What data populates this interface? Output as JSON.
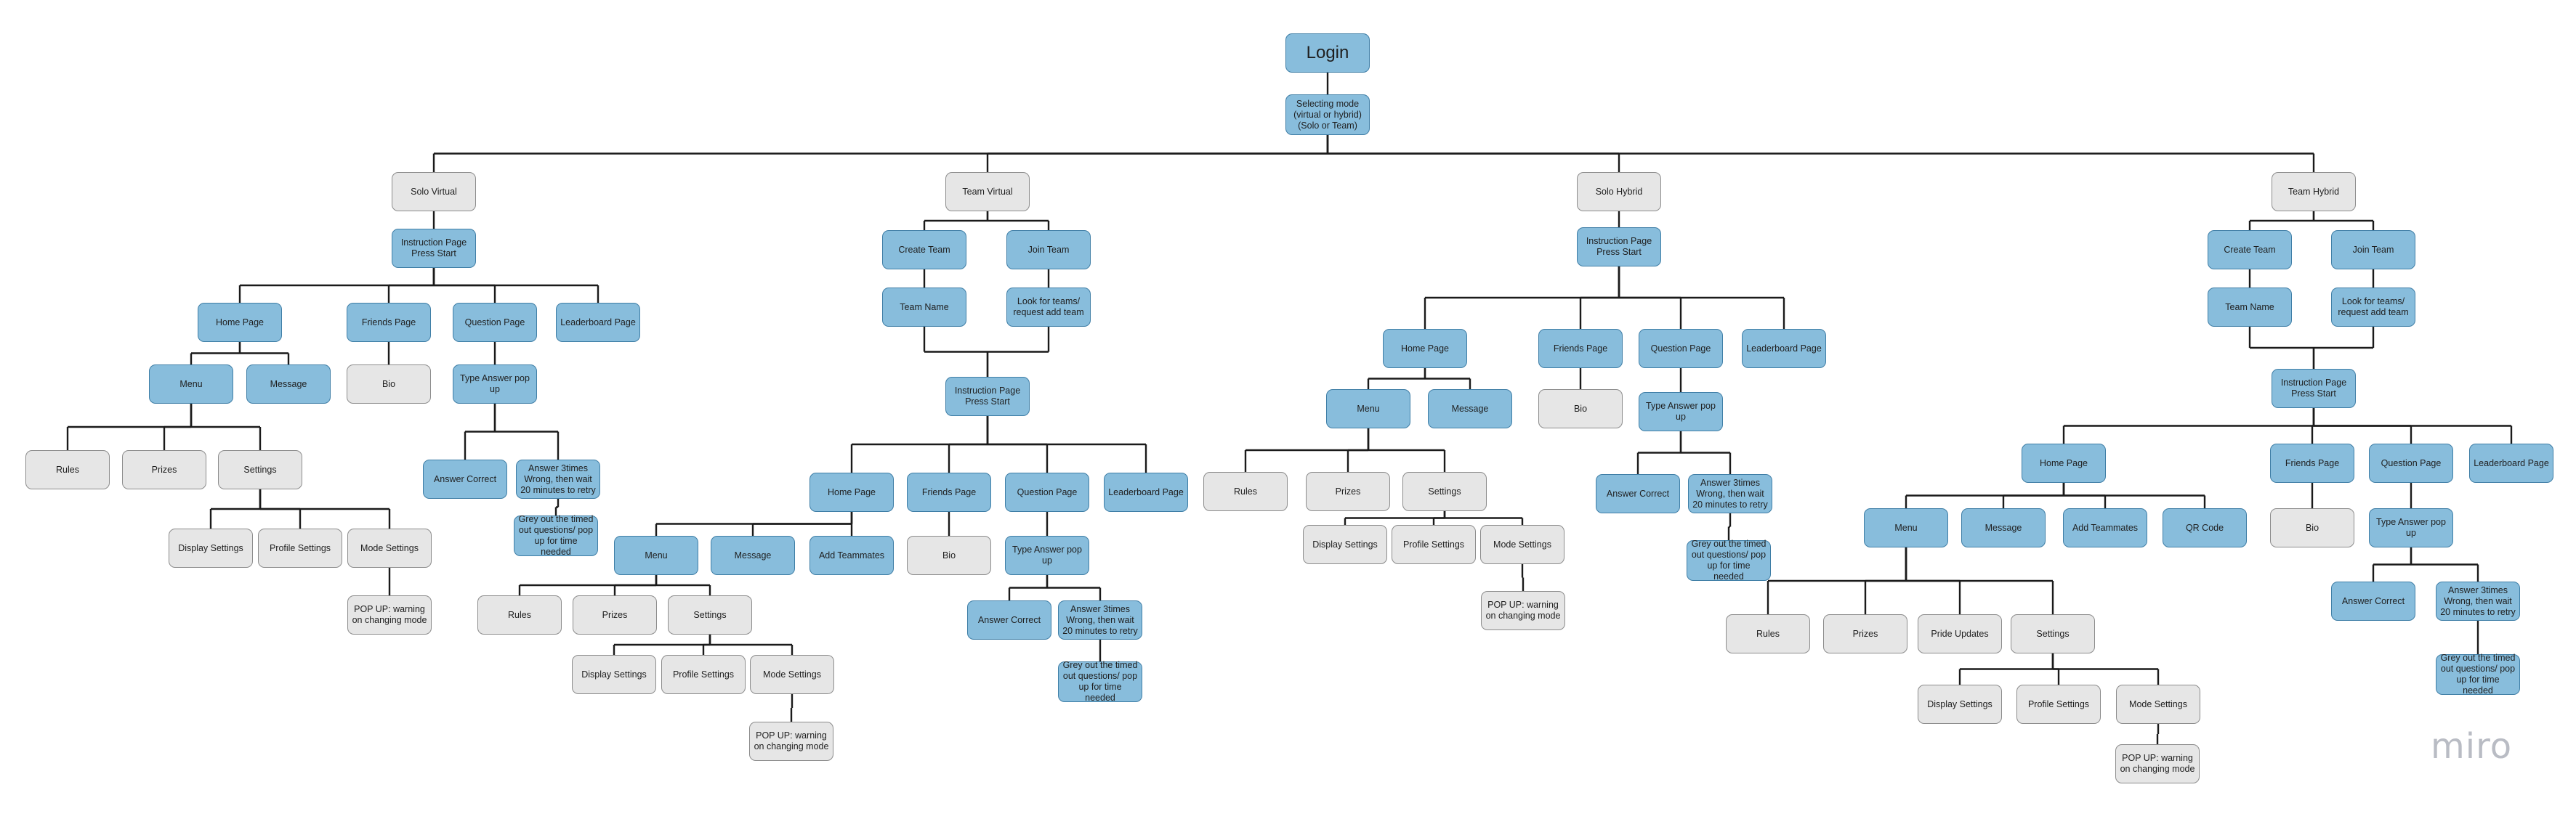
{
  "brand": {
    "logo_text": "miro"
  },
  "colors": {
    "node_blue": "#88bddc",
    "node_gray": "#e6e6e6",
    "edge": "#1a1a1a"
  },
  "nodes": [
    {
      "id": "login",
      "label": "Login",
      "style": "blue"
    },
    {
      "id": "mode",
      "label": "Selecting mode (virtual or hybrid) (Solo or Team)",
      "style": "blue"
    },
    {
      "id": "sv",
      "label": "Solo Virtual",
      "style": "gray"
    },
    {
      "id": "tv",
      "label": "Team Virtual",
      "style": "gray"
    },
    {
      "id": "sh",
      "label": "Solo Hybrid",
      "style": "gray"
    },
    {
      "id": "th",
      "label": "Team Hybrid",
      "style": "gray"
    },
    {
      "id": "sv_ins",
      "label": "Instruction Page Press Start",
      "style": "blue"
    },
    {
      "id": "sv_home",
      "label": "Home Page",
      "style": "blue"
    },
    {
      "id": "sv_friends",
      "label": "Friends Page",
      "style": "blue"
    },
    {
      "id": "sv_question",
      "label": "Question Page",
      "style": "blue"
    },
    {
      "id": "sv_leader",
      "label": "Leaderboard Page",
      "style": "blue"
    },
    {
      "id": "sv_menu",
      "label": "Menu",
      "style": "blue"
    },
    {
      "id": "sv_message",
      "label": "Message",
      "style": "blue"
    },
    {
      "id": "sv_bio",
      "label": "Bio",
      "style": "gray"
    },
    {
      "id": "sv_type",
      "label": "Type Answer pop up",
      "style": "blue"
    },
    {
      "id": "sv_rules",
      "label": "Rules",
      "style": "gray"
    },
    {
      "id": "sv_prizes",
      "label": "Prizes",
      "style": "gray"
    },
    {
      "id": "sv_settings",
      "label": "Settings",
      "style": "gray"
    },
    {
      "id": "sv_correct",
      "label": "Answer Correct",
      "style": "blue"
    },
    {
      "id": "sv_wrong",
      "label": "Answer 3times Wrong, then wait 20 minutes to retry",
      "style": "blue"
    },
    {
      "id": "sv_grey",
      "label": "Grey out the timed out questions/ pop up for time needed",
      "style": "blue"
    },
    {
      "id": "sv_display",
      "label": "Display Settings",
      "style": "gray"
    },
    {
      "id": "sv_profile",
      "label": "Profile Settings",
      "style": "gray"
    },
    {
      "id": "sv_modeset",
      "label": "Mode Settings",
      "style": "gray"
    },
    {
      "id": "sv_popup",
      "label": "POP UP: warning on changing mode",
      "style": "gray"
    },
    {
      "id": "tv_create",
      "label": "Create Team",
      "style": "blue"
    },
    {
      "id": "tv_join",
      "label": "Join Team",
      "style": "blue"
    },
    {
      "id": "tv_name",
      "label": "Team Name",
      "style": "blue"
    },
    {
      "id": "tv_look",
      "label": "Look for teams/ request add team",
      "style": "blue"
    },
    {
      "id": "tv_ins",
      "label": "Instruction Page Press Start",
      "style": "blue"
    },
    {
      "id": "tv_home",
      "label": "Home Page",
      "style": "blue"
    },
    {
      "id": "tv_friends",
      "label": "Friends Page",
      "style": "blue"
    },
    {
      "id": "tv_question",
      "label": "Question Page",
      "style": "blue"
    },
    {
      "id": "tv_leader",
      "label": "Leaderboard Page",
      "style": "blue"
    },
    {
      "id": "tv_menu",
      "label": "Menu",
      "style": "blue"
    },
    {
      "id": "tv_message",
      "label": "Message",
      "style": "blue"
    },
    {
      "id": "tv_add",
      "label": "Add Teammates",
      "style": "blue"
    },
    {
      "id": "tv_bio",
      "label": "Bio",
      "style": "gray"
    },
    {
      "id": "tv_type",
      "label": "Type Answer pop up",
      "style": "blue"
    },
    {
      "id": "tv_rules",
      "label": "Rules",
      "style": "gray"
    },
    {
      "id": "tv_prizes",
      "label": "Prizes",
      "style": "gray"
    },
    {
      "id": "tv_settings",
      "label": "Settings",
      "style": "gray"
    },
    {
      "id": "tv_correct",
      "label": "Answer Correct",
      "style": "blue"
    },
    {
      "id": "tv_wrong",
      "label": "Answer 3times Wrong, then wait 20 minutes to retry",
      "style": "blue"
    },
    {
      "id": "tv_grey",
      "label": "Grey out the timed out questions/ pop up for time needed",
      "style": "blue"
    },
    {
      "id": "tv_display",
      "label": "Display Settings",
      "style": "gray"
    },
    {
      "id": "tv_profile",
      "label": "Profile Settings",
      "style": "gray"
    },
    {
      "id": "tv_modeset",
      "label": "Mode Settings",
      "style": "gray"
    },
    {
      "id": "tv_popup",
      "label": "POP UP: warning on changing mode",
      "style": "gray"
    },
    {
      "id": "sh_ins",
      "label": "Instruction Page Press Start",
      "style": "blue"
    },
    {
      "id": "sh_home",
      "label": "Home Page",
      "style": "blue"
    },
    {
      "id": "sh_friends",
      "label": "Friends Page",
      "style": "blue"
    },
    {
      "id": "sh_question",
      "label": "Question Page",
      "style": "blue"
    },
    {
      "id": "sh_leader",
      "label": "Leaderboard Page",
      "style": "blue"
    },
    {
      "id": "sh_menu",
      "label": "Menu",
      "style": "blue"
    },
    {
      "id": "sh_message",
      "label": "Message",
      "style": "blue"
    },
    {
      "id": "sh_bio",
      "label": "Bio",
      "style": "gray"
    },
    {
      "id": "sh_type",
      "label": "Type Answer pop up",
      "style": "blue"
    },
    {
      "id": "sh_rules",
      "label": "Rules",
      "style": "gray"
    },
    {
      "id": "sh_prizes",
      "label": "Prizes",
      "style": "gray"
    },
    {
      "id": "sh_settings",
      "label": "Settings",
      "style": "gray"
    },
    {
      "id": "sh_correct",
      "label": "Answer Correct",
      "style": "blue"
    },
    {
      "id": "sh_wrong",
      "label": "Answer 3times Wrong, then wait 20 minutes to retry",
      "style": "blue"
    },
    {
      "id": "sh_grey",
      "label": "Grey out the timed out questions/ pop up for time needed",
      "style": "blue"
    },
    {
      "id": "sh_display",
      "label": "Display Settings",
      "style": "gray"
    },
    {
      "id": "sh_profile",
      "label": "Profile Settings",
      "style": "gray"
    },
    {
      "id": "sh_modeset",
      "label": "Mode Settings",
      "style": "gray"
    },
    {
      "id": "sh_popup",
      "label": "POP UP: warning on changing mode",
      "style": "gray"
    },
    {
      "id": "th_create",
      "label": "Create Team",
      "style": "blue"
    },
    {
      "id": "th_join",
      "label": "Join Team",
      "style": "blue"
    },
    {
      "id": "th_name",
      "label": "Team Name",
      "style": "blue"
    },
    {
      "id": "th_look",
      "label": "Look for teams/ request add team",
      "style": "blue"
    },
    {
      "id": "th_ins",
      "label": "Instruction Page Press Start",
      "style": "blue"
    },
    {
      "id": "th_home",
      "label": "Home Page",
      "style": "blue"
    },
    {
      "id": "th_friends",
      "label": "Friends Page",
      "style": "blue"
    },
    {
      "id": "th_question",
      "label": "Question Page",
      "style": "blue"
    },
    {
      "id": "th_leader",
      "label": "Leaderboard Page",
      "style": "blue"
    },
    {
      "id": "th_menu",
      "label": "Menu",
      "style": "blue"
    },
    {
      "id": "th_message",
      "label": "Message",
      "style": "blue"
    },
    {
      "id": "th_add",
      "label": "Add Teammates",
      "style": "blue"
    },
    {
      "id": "th_qr",
      "label": "QR Code",
      "style": "blue"
    },
    {
      "id": "th_bio",
      "label": "Bio",
      "style": "gray"
    },
    {
      "id": "th_type",
      "label": "Type Answer pop up",
      "style": "blue"
    },
    {
      "id": "th_rules",
      "label": "Rules",
      "style": "gray"
    },
    {
      "id": "th_prizes",
      "label": "Prizes",
      "style": "gray"
    },
    {
      "id": "th_pride",
      "label": "Pride Updates",
      "style": "gray"
    },
    {
      "id": "th_settings",
      "label": "Settings",
      "style": "gray"
    },
    {
      "id": "th_correct",
      "label": "Answer Correct",
      "style": "blue"
    },
    {
      "id": "th_wrong",
      "label": "Answer 3times Wrong, then wait 20 minutes to retry",
      "style": "blue"
    },
    {
      "id": "th_grey",
      "label": "Grey out the timed out questions/ pop up for time needed",
      "style": "blue"
    },
    {
      "id": "th_display",
      "label": "Display Settings",
      "style": "gray"
    },
    {
      "id": "th_profile",
      "label": "Profile Settings",
      "style": "gray"
    },
    {
      "id": "th_modeset",
      "label": "Mode Settings",
      "style": "gray"
    },
    {
      "id": "th_popup",
      "label": "POP UP: warning on changing mode",
      "style": "gray"
    }
  ],
  "edges": [
    [
      "login",
      "mode"
    ],
    [
      "mode",
      "sv"
    ],
    [
      "mode",
      "tv"
    ],
    [
      "mode",
      "sh"
    ],
    [
      "mode",
      "th"
    ],
    [
      "sv",
      "sv_ins"
    ],
    [
      "sv_ins",
      "sv_home"
    ],
    [
      "sv_ins",
      "sv_friends"
    ],
    [
      "sv_ins",
      "sv_question"
    ],
    [
      "sv_ins",
      "sv_leader"
    ],
    [
      "sv_home",
      "sv_menu"
    ],
    [
      "sv_home",
      "sv_message"
    ],
    [
      "sv_friends",
      "sv_bio"
    ],
    [
      "sv_question",
      "sv_type"
    ],
    [
      "sv_menu",
      "sv_rules"
    ],
    [
      "sv_menu",
      "sv_prizes"
    ],
    [
      "sv_menu",
      "sv_settings"
    ],
    [
      "sv_type",
      "sv_correct"
    ],
    [
      "sv_type",
      "sv_wrong"
    ],
    [
      "sv_wrong",
      "sv_grey"
    ],
    [
      "sv_settings",
      "sv_display"
    ],
    [
      "sv_settings",
      "sv_profile"
    ],
    [
      "sv_settings",
      "sv_modeset"
    ],
    [
      "sv_modeset",
      "sv_popup"
    ],
    [
      "tv",
      "tv_create"
    ],
    [
      "tv",
      "tv_join"
    ],
    [
      "tv_create",
      "tv_name"
    ],
    [
      "tv_join",
      "tv_look"
    ],
    [
      "tv_name",
      "tv_ins"
    ],
    [
      "tv_look",
      "tv_ins"
    ],
    [
      "tv_ins",
      "tv_home"
    ],
    [
      "tv_ins",
      "tv_friends"
    ],
    [
      "tv_ins",
      "tv_question"
    ],
    [
      "tv_ins",
      "tv_leader"
    ],
    [
      "tv_home",
      "tv_menu"
    ],
    [
      "tv_home",
      "tv_message"
    ],
    [
      "tv_home",
      "tv_add"
    ],
    [
      "tv_friends",
      "tv_bio"
    ],
    [
      "tv_question",
      "tv_type"
    ],
    [
      "tv_menu",
      "tv_rules"
    ],
    [
      "tv_menu",
      "tv_prizes"
    ],
    [
      "tv_menu",
      "tv_settings"
    ],
    [
      "tv_type",
      "tv_correct"
    ],
    [
      "tv_type",
      "tv_wrong"
    ],
    [
      "tv_wrong",
      "tv_grey"
    ],
    [
      "tv_settings",
      "tv_display"
    ],
    [
      "tv_settings",
      "tv_profile"
    ],
    [
      "tv_settings",
      "tv_modeset"
    ],
    [
      "tv_modeset",
      "tv_popup"
    ],
    [
      "sh",
      "sh_ins"
    ],
    [
      "sh_ins",
      "sh_home"
    ],
    [
      "sh_ins",
      "sh_friends"
    ],
    [
      "sh_ins",
      "sh_question"
    ],
    [
      "sh_ins",
      "sh_leader"
    ],
    [
      "sh_home",
      "sh_menu"
    ],
    [
      "sh_home",
      "sh_message"
    ],
    [
      "sh_friends",
      "sh_bio"
    ],
    [
      "sh_question",
      "sh_type"
    ],
    [
      "sh_menu",
      "sh_rules"
    ],
    [
      "sh_menu",
      "sh_prizes"
    ],
    [
      "sh_menu",
      "sh_settings"
    ],
    [
      "sh_type",
      "sh_correct"
    ],
    [
      "sh_type",
      "sh_wrong"
    ],
    [
      "sh_wrong",
      "sh_grey"
    ],
    [
      "sh_settings",
      "sh_display"
    ],
    [
      "sh_settings",
      "sh_profile"
    ],
    [
      "sh_settings",
      "sh_modeset"
    ],
    [
      "sh_modeset",
      "sh_popup"
    ],
    [
      "th",
      "th_create"
    ],
    [
      "th",
      "th_join"
    ],
    [
      "th_create",
      "th_name"
    ],
    [
      "th_join",
      "th_look"
    ],
    [
      "th_name",
      "th_ins"
    ],
    [
      "th_look",
      "th_ins"
    ],
    [
      "th_ins",
      "th_home"
    ],
    [
      "th_ins",
      "th_friends"
    ],
    [
      "th_ins",
      "th_question"
    ],
    [
      "th_ins",
      "th_leader"
    ],
    [
      "th_home",
      "th_menu"
    ],
    [
      "th_home",
      "th_message"
    ],
    [
      "th_home",
      "th_add"
    ],
    [
      "th_home",
      "th_qr"
    ],
    [
      "th_friends",
      "th_bio"
    ],
    [
      "th_question",
      "th_type"
    ],
    [
      "th_menu",
      "th_rules"
    ],
    [
      "th_menu",
      "th_prizes"
    ],
    [
      "th_menu",
      "th_pride"
    ],
    [
      "th_menu",
      "th_settings"
    ],
    [
      "th_type",
      "th_correct"
    ],
    [
      "th_type",
      "th_wrong"
    ],
    [
      "th_wrong",
      "th_grey"
    ],
    [
      "th_settings",
      "th_display"
    ],
    [
      "th_settings",
      "th_profile"
    ],
    [
      "th_settings",
      "th_modeset"
    ],
    [
      "th_modeset",
      "th_popup"
    ]
  ]
}
